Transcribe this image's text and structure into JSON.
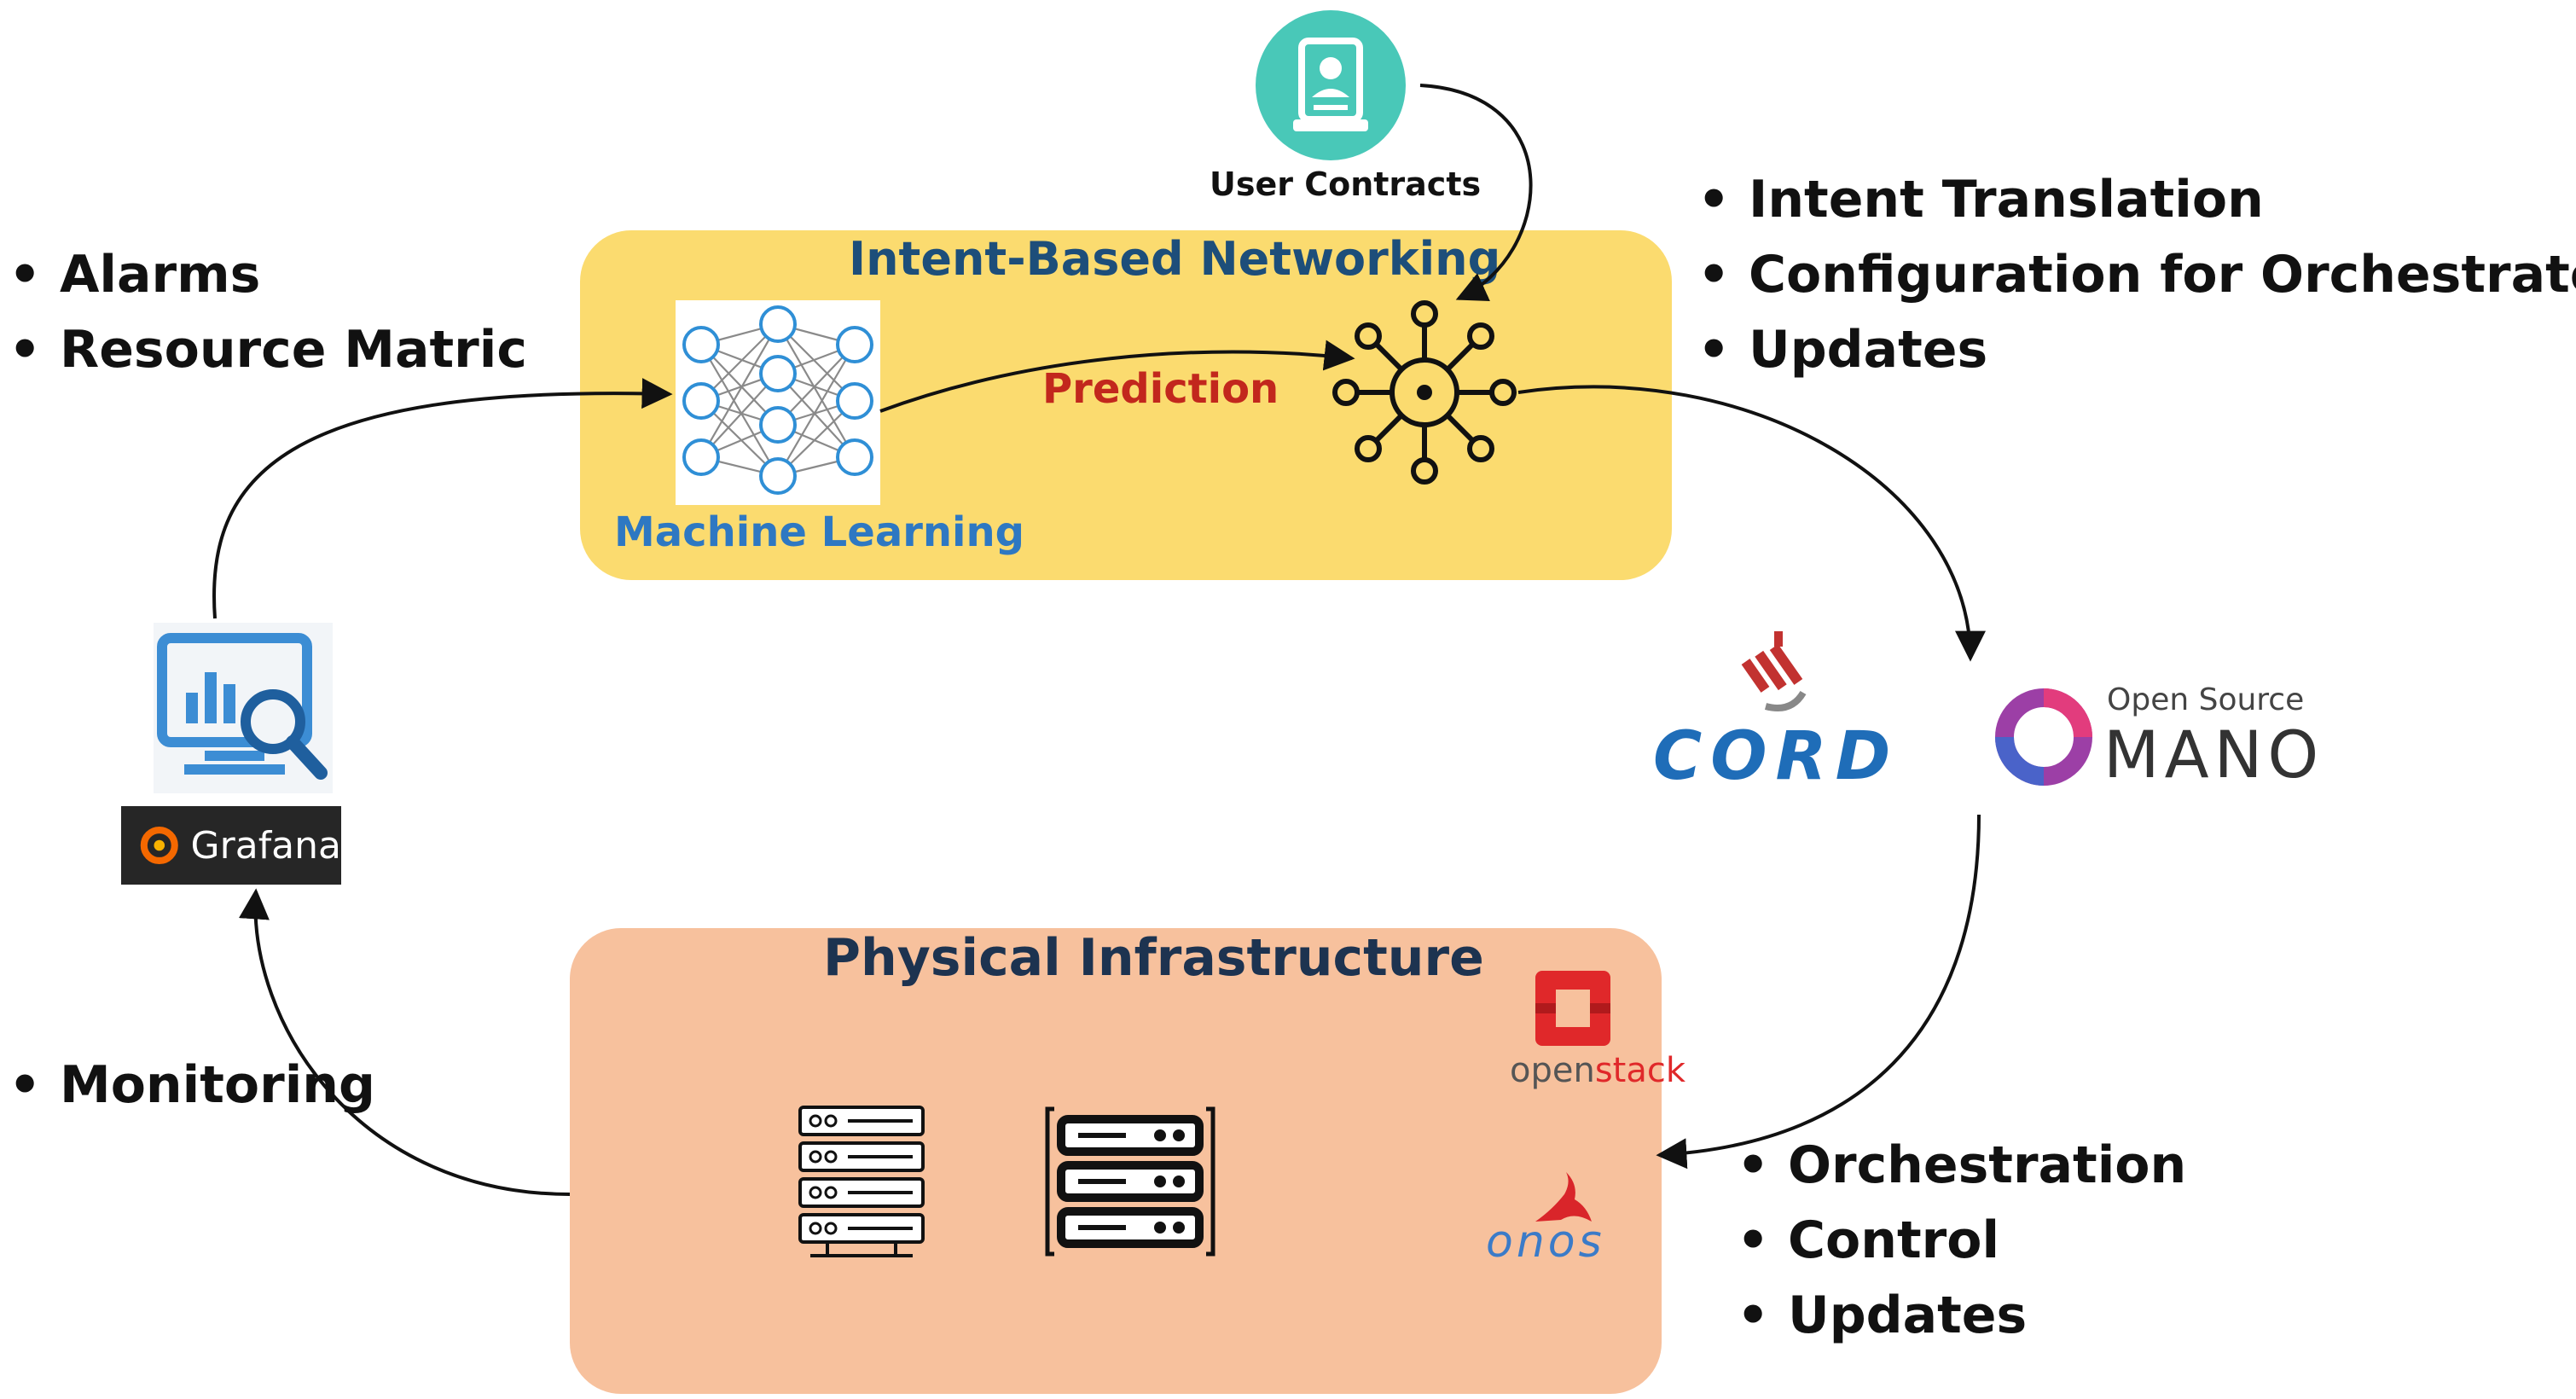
{
  "user_contracts": {
    "label": "User Contracts"
  },
  "ibn_panel": {
    "title": "Intent-Based Networking",
    "prediction": "Prediction",
    "ml_label": "Machine Learning"
  },
  "infra_panel": {
    "title": "Physical Infrastructure"
  },
  "bullets_top_left": [
    "Alarms",
    "Resource Matric"
  ],
  "bullets_top_right": [
    "Intent Translation",
    "Configuration for Orchestrators",
    "Updates"
  ],
  "bullets_mid_left": [
    "Monitoring"
  ],
  "bullets_bottom_right": [
    "Orchestration",
    "Control",
    "Updates"
  ],
  "logos": {
    "grafana": "Grafana",
    "cord": "CORD",
    "osm_small": "Open Source",
    "osm_big": "MANO",
    "openstack_a": "open",
    "openstack_b": "stack",
    "onos": "onos"
  },
  "colors": {
    "ibn_panel": "#fbdb6f",
    "infra_panel": "#f7c19d",
    "teal": "#49c8b8",
    "ml_blue": "#2e78c2",
    "prediction_red": "#c2271d",
    "grafana_bg": "#262626",
    "cord_blue": "#1f6db8"
  }
}
